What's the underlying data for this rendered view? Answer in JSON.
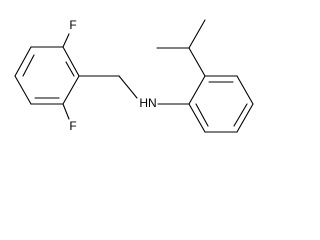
{
  "atoms": {
    "fluorine_top": "F",
    "fluorine_bottom": "F",
    "amine": "HN"
  }
}
